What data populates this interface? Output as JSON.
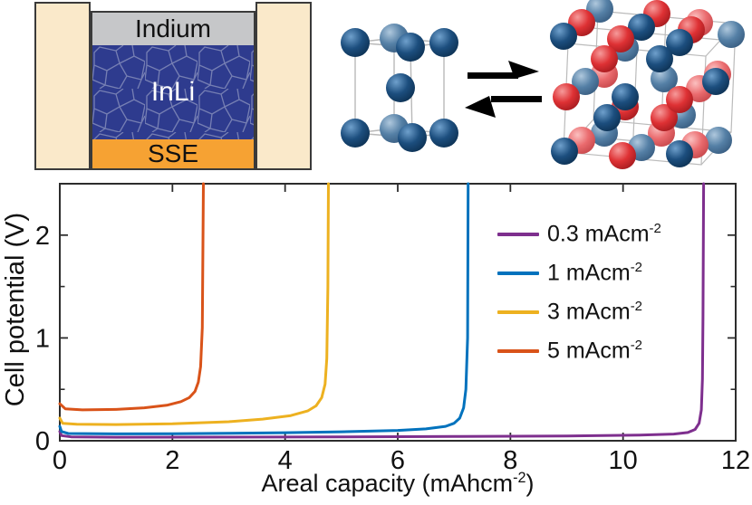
{
  "figure": {
    "description_visible_text_only": true,
    "icons": {
      "indium_unit_cell": "blue-sphere-lattice",
      "inli_unit_cell": "red-blue-sphere-lattice",
      "equilibrium": "double-harpoon-arrows"
    }
  },
  "schematic": {
    "holder_color": "#FAE9CA",
    "outline_color": "#3a3a3a",
    "layers": [
      {
        "label": "Indium",
        "color": "#C6C7C9",
        "text_color": "#111111"
      },
      {
        "label": "InLi",
        "color": "#2E3B8E",
        "text_color": "#FFFFFF"
      },
      {
        "label": "SSE",
        "color": "#F6A233",
        "text_color": "#111111"
      }
    ]
  },
  "crystal_colors": {
    "atom_blue_dark": "#1C4E7E",
    "atom_blue_light": "#5580A6",
    "atom_red": "#DE3134",
    "atom_red_light": "#EA6B6E"
  },
  "legend": {
    "entries": [
      {
        "base": "0.3 mAcm",
        "sup": "-2",
        "color": "#7E2F8E"
      },
      {
        "base": "1 mAcm",
        "sup": "-2",
        "color": "#0072BD"
      },
      {
        "base": "3 mAcm",
        "sup": "-2",
        "color": "#EDB120"
      },
      {
        "base": "5 mAcm",
        "sup": "-2",
        "color": "#D95319"
      }
    ]
  },
  "chart_data": {
    "type": "line",
    "title": "",
    "xlabel_pre": "Areal capacity (mAhcm",
    "xlabel_sup": "-2",
    "xlabel_post": ")",
    "ylabel": "Cell potential (V)",
    "xlim": [
      0,
      12
    ],
    "ylim": [
      0,
      2.5
    ],
    "xticks": [
      0,
      2,
      4,
      6,
      8,
      10,
      12
    ],
    "yticks_major": [
      0,
      1,
      2
    ],
    "yticks_minor": [
      0.5,
      1.5
    ],
    "grid": false,
    "legend_position": "inside upper right",
    "series": [
      {
        "name": "0.3 mAcm-2",
        "color": "#7E2F8E",
        "points": [
          [
            0,
            0.09
          ],
          [
            0.03,
            0.05
          ],
          [
            0.2,
            0.038
          ],
          [
            1,
            0.034
          ],
          [
            3,
            0.035
          ],
          [
            5,
            0.037
          ],
          [
            7,
            0.041
          ],
          [
            9,
            0.047
          ],
          [
            10.3,
            0.055
          ],
          [
            10.9,
            0.065
          ],
          [
            11.15,
            0.08
          ],
          [
            11.28,
            0.11
          ],
          [
            11.35,
            0.17
          ],
          [
            11.39,
            0.3
          ],
          [
            11.41,
            0.6
          ],
          [
            11.42,
            1.2
          ],
          [
            11.43,
            2.5
          ]
        ]
      },
      {
        "name": "1 mAcm-2",
        "color": "#0072BD",
        "points": [
          [
            0,
            0.14
          ],
          [
            0.03,
            0.09
          ],
          [
            0.15,
            0.07
          ],
          [
            1,
            0.067
          ],
          [
            2,
            0.068
          ],
          [
            3,
            0.072
          ],
          [
            4,
            0.078
          ],
          [
            5,
            0.087
          ],
          [
            6,
            0.1
          ],
          [
            6.5,
            0.115
          ],
          [
            6.85,
            0.14
          ],
          [
            7.0,
            0.17
          ],
          [
            7.1,
            0.22
          ],
          [
            7.17,
            0.32
          ],
          [
            7.21,
            0.5
          ],
          [
            7.24,
            1.0
          ],
          [
            7.25,
            2.5
          ]
        ]
      },
      {
        "name": "3 mAcm-2",
        "color": "#EDB120",
        "points": [
          [
            0,
            0.22
          ],
          [
            0.05,
            0.17
          ],
          [
            0.3,
            0.16
          ],
          [
            1,
            0.158
          ],
          [
            2,
            0.165
          ],
          [
            3,
            0.185
          ],
          [
            3.6,
            0.21
          ],
          [
            4.1,
            0.245
          ],
          [
            4.4,
            0.29
          ],
          [
            4.55,
            0.34
          ],
          [
            4.65,
            0.42
          ],
          [
            4.71,
            0.55
          ],
          [
            4.74,
            0.8
          ],
          [
            4.76,
            1.5
          ],
          [
            4.77,
            2.5
          ]
        ]
      },
      {
        "name": "5 mAcm-2",
        "color": "#D95319",
        "points": [
          [
            0,
            0.36
          ],
          [
            0.1,
            0.31
          ],
          [
            0.4,
            0.3
          ],
          [
            1,
            0.305
          ],
          [
            1.5,
            0.32
          ],
          [
            1.9,
            0.345
          ],
          [
            2.15,
            0.38
          ],
          [
            2.3,
            0.42
          ],
          [
            2.4,
            0.48
          ],
          [
            2.46,
            0.57
          ],
          [
            2.5,
            0.72
          ],
          [
            2.53,
            1.1
          ],
          [
            2.55,
            2.5
          ]
        ]
      }
    ]
  }
}
